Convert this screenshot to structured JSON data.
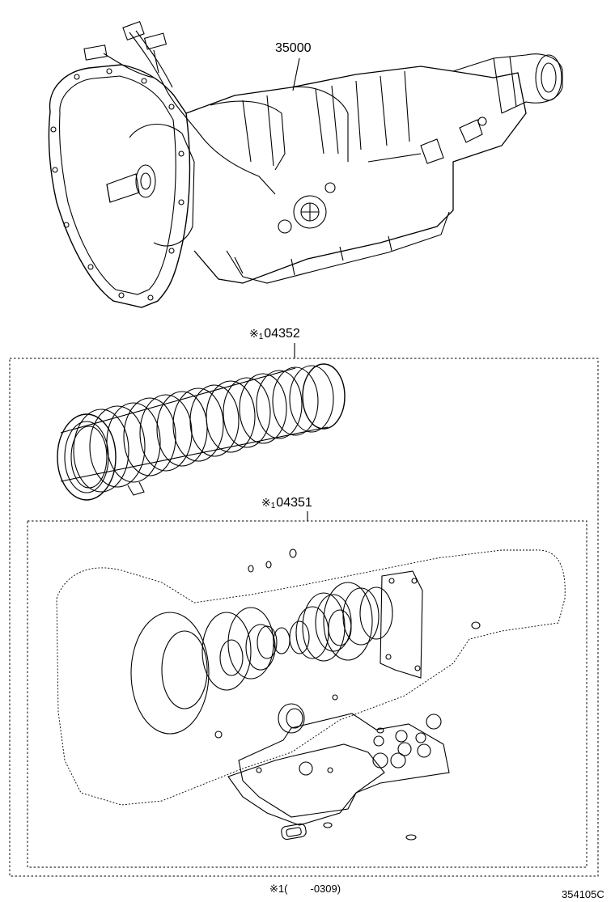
{
  "parts": {
    "transmission": {
      "number": "35000"
    },
    "overhaul_kit": {
      "marker": "※",
      "marker_index": "1",
      "number": "04352"
    },
    "gasket_kit": {
      "marker": "※",
      "marker_index": "1",
      "number": "04351"
    }
  },
  "footnote": {
    "marker": "※",
    "index": "1",
    "open": "(",
    "range": "-0309)"
  },
  "diagram_code": "354105C"
}
